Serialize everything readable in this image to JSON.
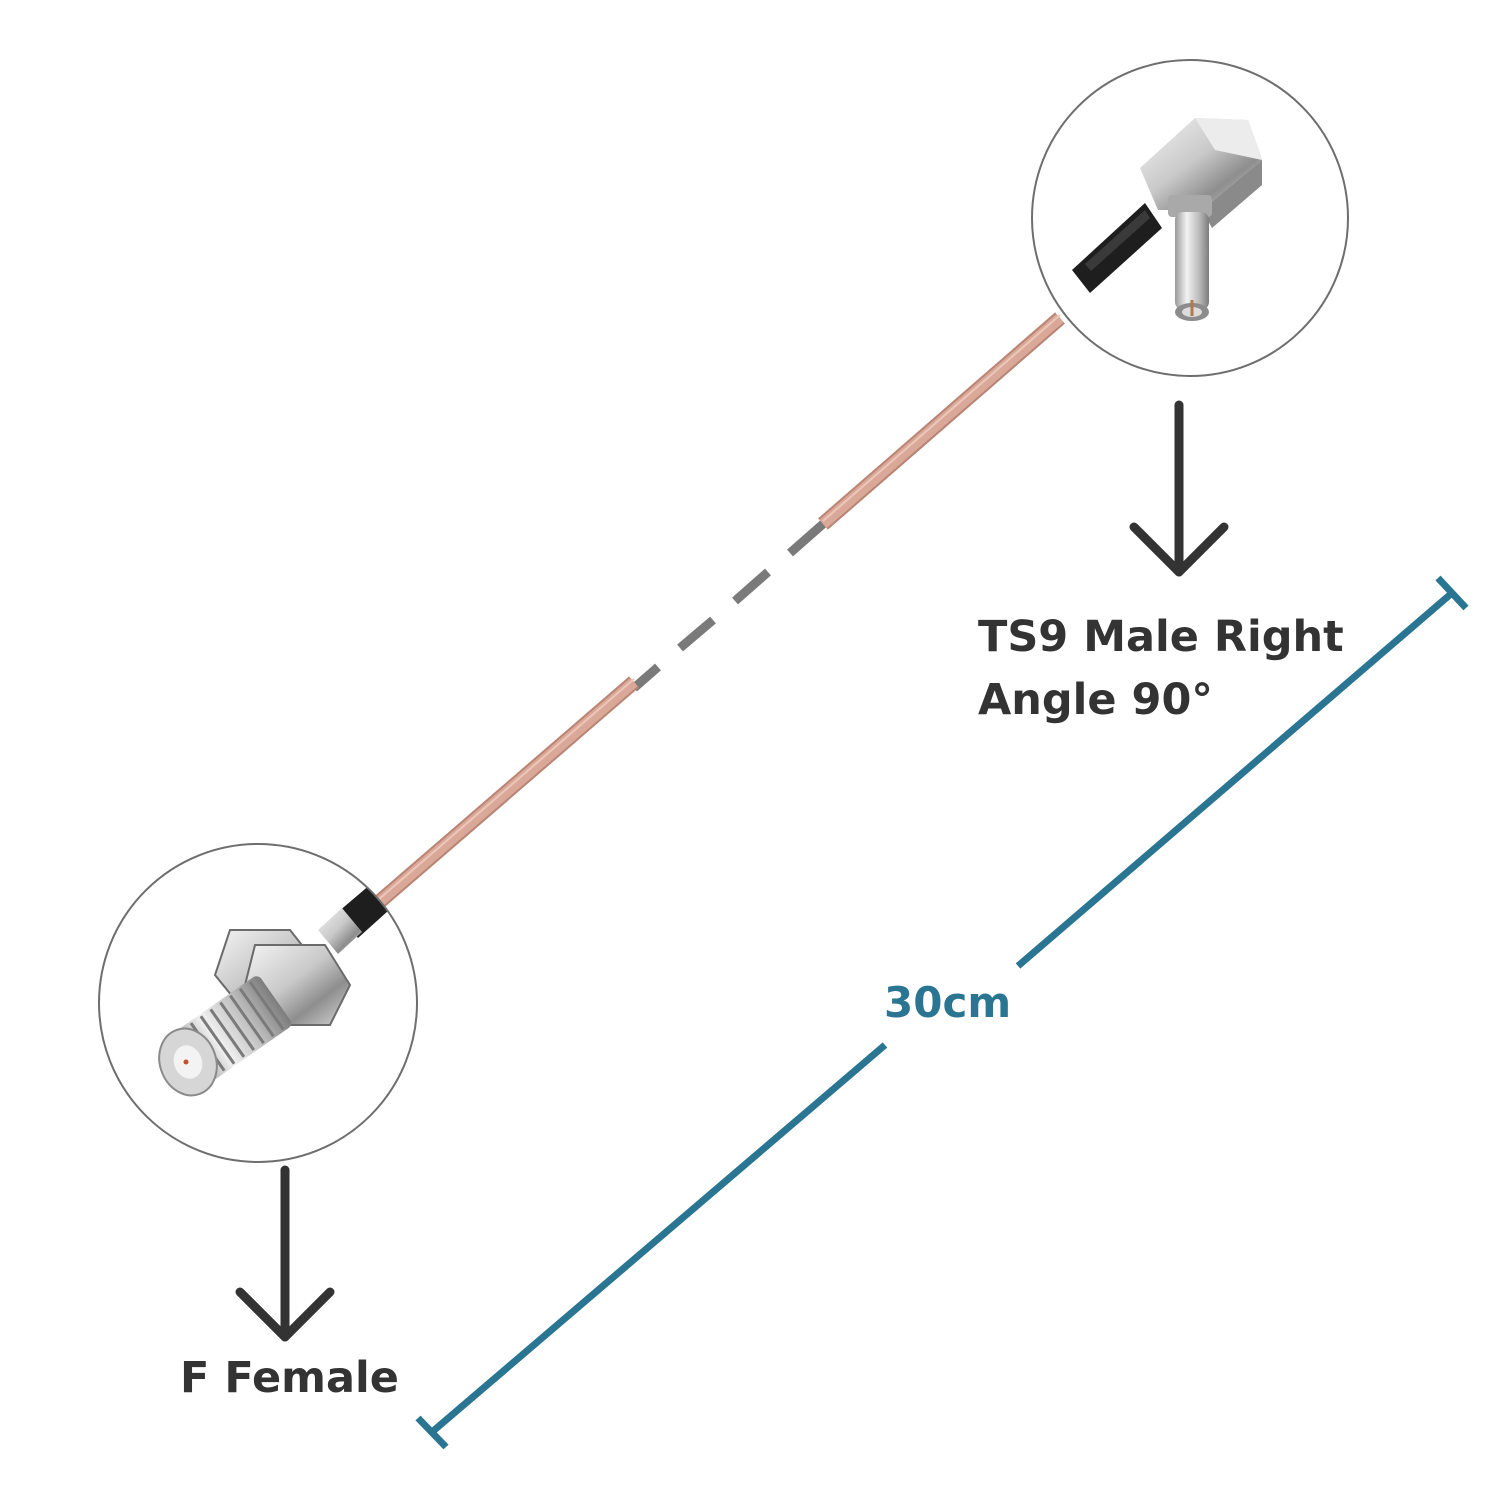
{
  "connector_male": {
    "label_line1": "TS9 Male Right",
    "label_line2": "Angle 90°"
  },
  "connector_female": {
    "label": "F Female"
  },
  "dimension": {
    "label": "30cm",
    "color": "#2a7591"
  },
  "colors": {
    "cable": "#d9a898",
    "cable_shadow": "#b98474",
    "dash": "#7a7a7a",
    "arrow": "#333333",
    "text": "#333333",
    "metal": "#c8c8c8"
  }
}
